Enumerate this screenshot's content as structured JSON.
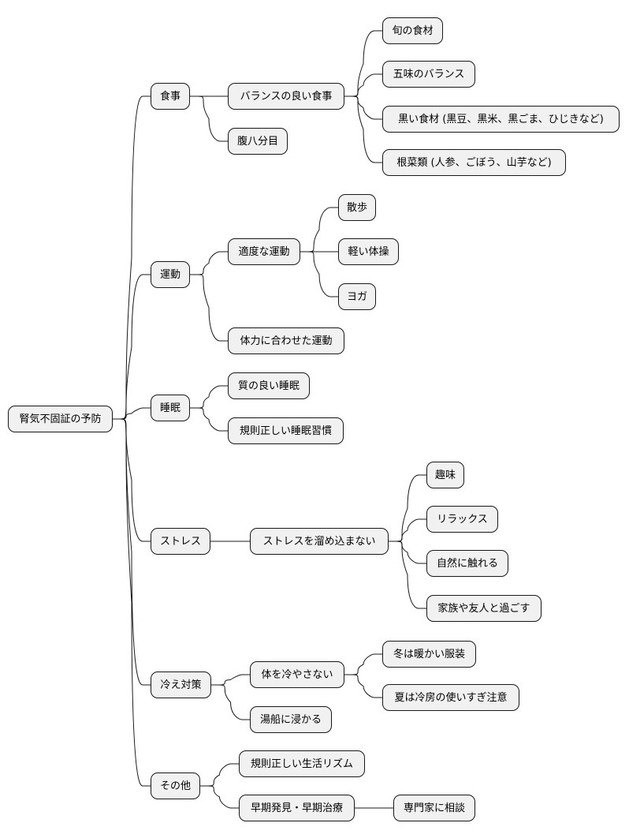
{
  "mindmap": {
    "root": "腎気不固証の予防",
    "branches": [
      {
        "label": "食事",
        "children": [
          {
            "label": "バランスの良い食事",
            "children": [
              "旬の食材",
              "五味のバランス",
              "黒い食材 (黒豆、黒米、黒ごま、ひじきなど)",
              "根菜類 (人参、ごぼう、山芋など)"
            ]
          },
          {
            "label": "腹八分目",
            "children": []
          }
        ]
      },
      {
        "label": "運動",
        "children": [
          {
            "label": "適度な運動",
            "children": [
              "散歩",
              "軽い体操",
              "ヨガ"
            ]
          },
          {
            "label": "体力に合わせた運動",
            "children": []
          }
        ]
      },
      {
        "label": "睡眠",
        "children": [
          {
            "label": "質の良い睡眠",
            "children": []
          },
          {
            "label": "規則正しい睡眠習慣",
            "children": []
          }
        ]
      },
      {
        "label": "ストレス",
        "children": [
          {
            "label": "ストレスを溜め込まない",
            "children": [
              "趣味",
              "リラックス",
              "自然に触れる",
              "家族や友人と過ごす"
            ]
          }
        ]
      },
      {
        "label": "冷え対策",
        "children": [
          {
            "label": "体を冷やさない",
            "children": [
              "冬は暖かい服装",
              "夏は冷房の使いすぎ注意"
            ]
          },
          {
            "label": "湯船に浸かる",
            "children": []
          }
        ]
      },
      {
        "label": "その他",
        "children": [
          {
            "label": "規則正しい生活リズム",
            "children": []
          },
          {
            "label": "早期発見・早期治療",
            "children": [
              "専門家に相談"
            ]
          }
        ]
      }
    ]
  }
}
